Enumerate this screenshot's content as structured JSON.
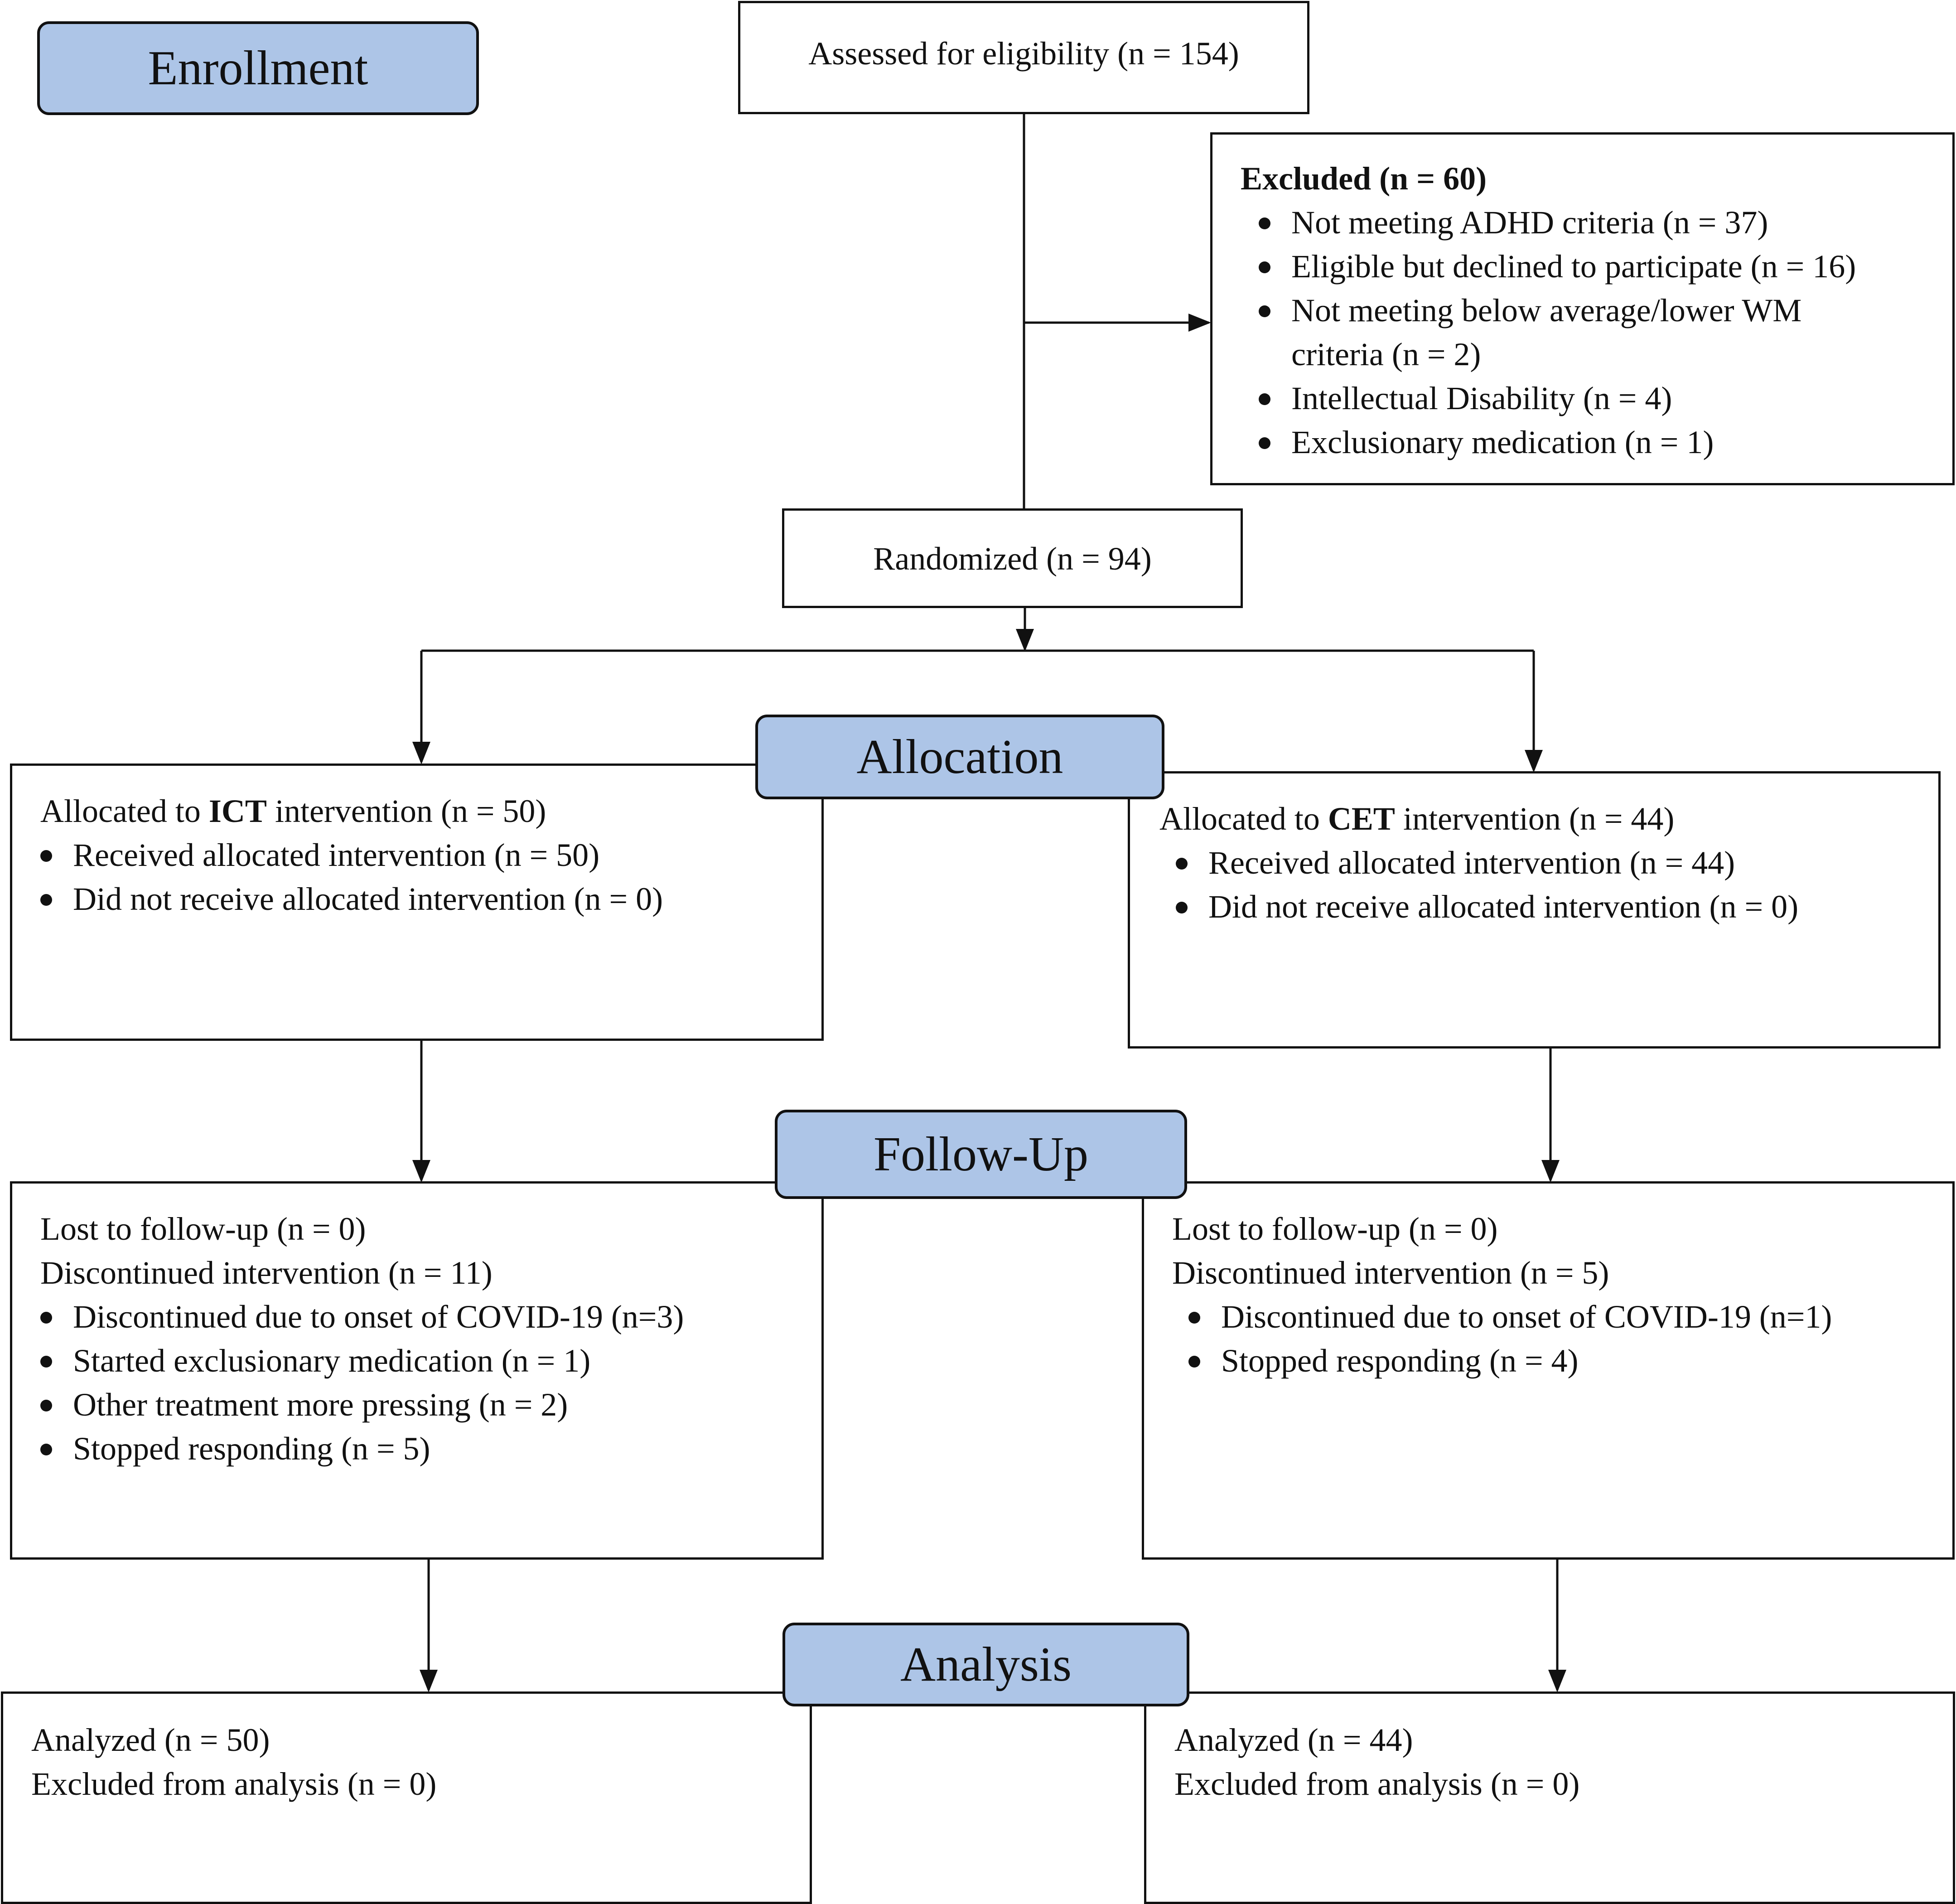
{
  "stages": {
    "enrollment": "Enrollment",
    "allocation": "Allocation",
    "follow_up": "Follow-Up",
    "analysis": "Analysis"
  },
  "assessed": "Assessed for eligibility (n = 154)",
  "excluded": {
    "title": "Excluded (n = 60)",
    "items": [
      "Not meeting ADHD criteria (n = 37)",
      "Eligible but declined to participate (n = 16)",
      "Not meeting below average/lower WM",
      "criteria (n = 2)",
      "Intellectual Disability (n = 4)",
      "Exclusionary medication (n = 1)"
    ]
  },
  "randomized": "Randomized (n = 94)",
  "allocation": {
    "left": {
      "prefix": "Allocated to ",
      "group": "ICT",
      "suffix": " intervention (n = 50)",
      "items": [
        "Received allocated intervention (n = 50)",
        "Did not receive allocated intervention (n = 0)"
      ]
    },
    "right": {
      "prefix": "Allocated to ",
      "group": "CET",
      "suffix": " intervention (n = 44)",
      "items": [
        "Received allocated intervention (n = 44)",
        "Did not receive allocated intervention (n = 0)"
      ]
    }
  },
  "follow_up": {
    "left": {
      "lost": "Lost to follow-up (n = 0)",
      "discontinued": "Discontinued intervention (n = 11)",
      "items": [
        "Discontinued due to onset of COVID-19 (n=3)",
        "Started exclusionary medication (n = 1)",
        "Other treatment more pressing (n = 2)",
        "Stopped responding (n = 5)"
      ]
    },
    "right": {
      "lost": "Lost to follow-up (n = 0)",
      "discontinued": "Discontinued intervention (n = 5)",
      "items": [
        "Discontinued due to onset of COVID-19 (n=1)",
        "Stopped responding (n = 4)"
      ]
    }
  },
  "analysis": {
    "left": {
      "analyzed": "Analyzed (n = 50)",
      "excluded": "Excluded from analysis (n = 0)"
    },
    "right": {
      "analyzed": "Analyzed (n = 44)",
      "excluded": "Excluded from analysis (n = 0)"
    }
  }
}
